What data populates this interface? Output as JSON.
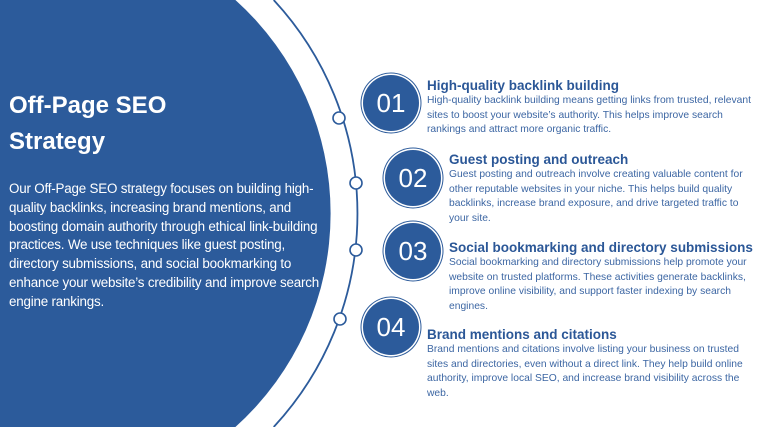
{
  "title": "Off-Page SEO Strategy",
  "intro": "Our Off-Page SEO strategy focuses on building high-quality backlinks, increasing brand mentions, and boosting domain authority through ethical link-building practices. We use techniques like guest posting, directory submissions, and social bookmarking to enhance your website’s credibility and improve search engine rankings.",
  "colors": {
    "primary": "#2c5b9b",
    "text": "#3c66a3"
  },
  "items": [
    {
      "number": "01",
      "title": "High-quality backlink building",
      "description": "High-quality backlink building means getting links from trusted, relevant sites to boost your website’s authority. This helps improve search rankings and attract more organic traffic."
    },
    {
      "number": "02",
      "title": "Guest posting and outreach",
      "description": "Guest posting and outreach involve creating valuable content for other reputable websites in your niche. This helps build quality backlinks, increase brand exposure, and drive targeted traffic to your site."
    },
    {
      "number": "03",
      "title": "Social bookmarking and directory submissions",
      "description": "Social bookmarking and directory submissions help promote your website on trusted platforms. These activities generate backlinks, improve online visibility, and support faster indexing by search engines."
    },
    {
      "number": "04",
      "title": "Brand mentions and citations",
      "description": "Brand mentions and citations involve listing your business on trusted sites and directories, even without a direct link. They help build online authority, improve local SEO, and increase brand visibility across the web."
    }
  ]
}
